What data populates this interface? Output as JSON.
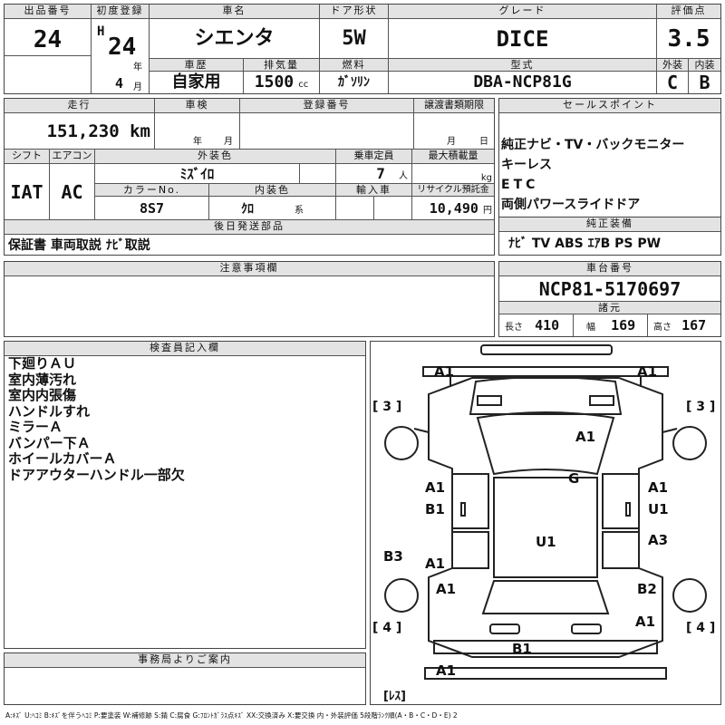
{
  "header": {
    "lot_no_label": "出品番号",
    "lot_no": "24",
    "first_reg_label": "初度登録",
    "era": "H",
    "year": "24",
    "year_unit": "年",
    "month": "4",
    "month_unit": "月",
    "car_name_label": "車名",
    "car_name": "シエンタ",
    "door_label": "ドア形状",
    "door": "5W",
    "grade_label": "グレード",
    "grade": "DICE",
    "score_label": "評価点",
    "score": "3.5",
    "history_label": "車歴",
    "history": "自家用",
    "displacement_label": "排気量",
    "displacement": "1500",
    "displacement_unit": "cc",
    "fuel_label": "燃料",
    "fuel": "ｶﾞｿﾘﾝ",
    "model_label": "型式",
    "model": "DBA-NCP81G",
    "exterior_label": "外装",
    "exterior": "C",
    "interior_label": "内装",
    "interior": "B"
  },
  "vehicle": {
    "mileage_label": "走行",
    "mileage": "151,230 km",
    "inspection_label": "車検",
    "inspection_y": "年",
    "inspection_m": "月",
    "reg_no_label": "登録番号",
    "transfer_label": "譲渡書類期限",
    "transfer_m": "月",
    "transfer_d": "日",
    "shift_label": "シフト",
    "shift": "IAT",
    "ac_label": "エアコン",
    "ac": "AC",
    "ext_color_label": "外装色",
    "ext_color": "ﾐｽﾞｲﾛ",
    "capacity_label": "乗車定員",
    "capacity": "7",
    "capacity_unit": "人",
    "max_load_label": "最大積載量",
    "max_load_unit": "kg",
    "color_no_label": "カラーNo.",
    "color_no": "8S7",
    "int_color_label": "内装色",
    "int_color": "ｸﾛ",
    "int_color_unit": "系",
    "import_label": "輸入車",
    "recycle_label": "リサイクル預託金",
    "recycle": "10,490",
    "recycle_unit": "円",
    "later_label": "後日発送部品",
    "later": "保証書 車両取説 ﾅﾋﾞ取説",
    "caution_label": "注意事項欄"
  },
  "sales": {
    "label": "セールスポイント",
    "points": [
      "純正ナビ・TV・バックモニター",
      "キーレス",
      "ETC",
      "両側パワースライドドア"
    ]
  },
  "equipment": {
    "label": "純正装備",
    "value": "ﾅﾋﾞ TV ABS ｴｱB PS PW"
  },
  "chassis": {
    "label": "車台番号",
    "value": "NCP81-5170697",
    "spec_label": "諸元",
    "length_label": "長さ",
    "length": "410",
    "width_label": "幅",
    "width": "169",
    "height_label": "高さ",
    "height": "167"
  },
  "inspector": {
    "label": "検査員記入欄",
    "notes": [
      "下廻りＡＵ",
      "室内薄汚れ",
      "室内内張傷",
      "ハンドルすれ",
      "ミラーＡ",
      "バンパー下Ａ",
      "ホイールカバーＡ",
      "ドアアウターハンドル一部欠"
    ]
  },
  "office": {
    "label": "事務局よりご案内"
  },
  "diagram": {
    "marks": [
      "A1",
      "A1",
      "[ 3 ]",
      "[ 3 ]",
      "A1",
      "G",
      "A1",
      "B1",
      "A1",
      "U1",
      "B3",
      "A3",
      "A1",
      "U1",
      "A1",
      "B2",
      "A1",
      "[ 4 ]",
      "[ 4 ]",
      "B1",
      "A1",
      "[ﾚｽ]"
    ]
  },
  "legend": "A:ｷｽﾞ U:ﾍｺﾐ B:ｷｽﾞを伴うﾍｺﾐ P:要塗装 W:補修跡 S:錆 C:腐食 G:ﾌﾛﾝﾄｶﾞﾗｽ点ｷｽﾞ XX:交換済み X:要交換 内・外装評価 5段階ﾗﾝｸ順(A・B・C・D・E) 2"
}
